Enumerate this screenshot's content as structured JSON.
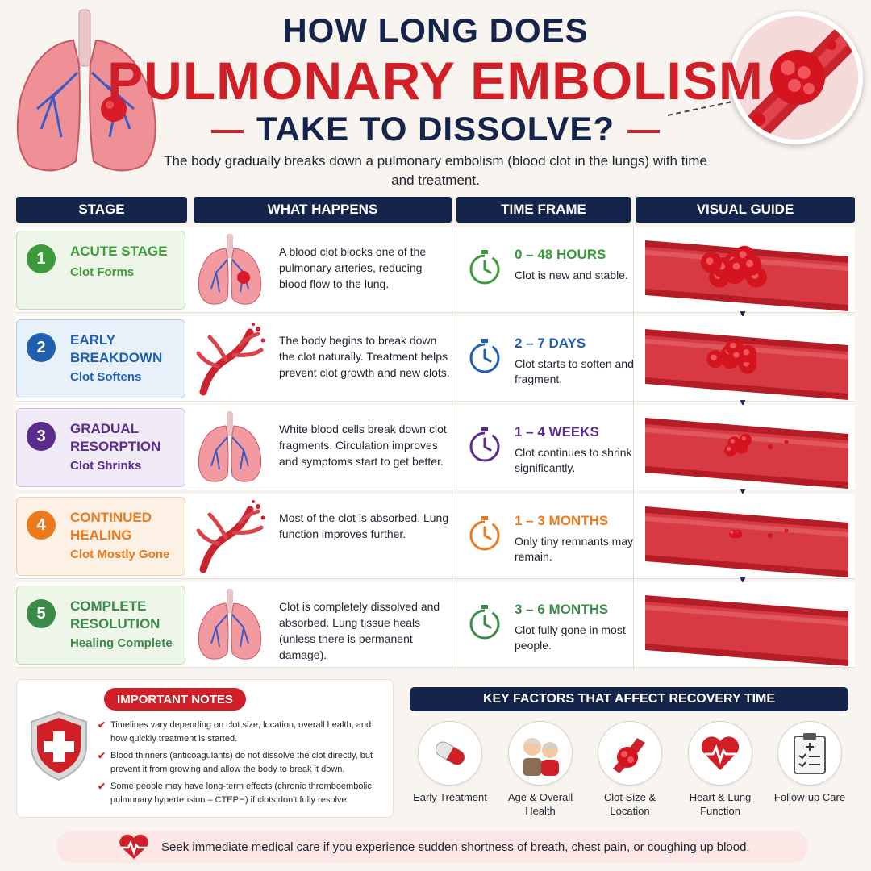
{
  "header": {
    "title_line1": "HOW LONG DOES",
    "title_line2": "PULMONARY EMBOLISM",
    "title_line3": "TAKE TO DISSOLVE?",
    "subtitle": "The body gradually breaks down a pulmonary embolism (blood clot in the lungs) with time and treatment."
  },
  "table": {
    "headers": [
      "STAGE",
      "WHAT HAPPENS",
      "TIME FRAME",
      "VISUAL GUIDE"
    ],
    "rows": [
      {
        "number": "1",
        "name": "ACUTE STAGE",
        "subtitle": "Clot Forms",
        "color": "#3c9a3a",
        "card_bg": "#eef6e9",
        "card_border": "#bfdcb3",
        "what_happens": "A blood clot blocks one of the pulmonary arteries, reducing blood flow to the lung.",
        "time_frame": "0 – 48 HOURS",
        "time_desc": "Clot is new and stable.",
        "clot_level": 1.0
      },
      {
        "number": "2",
        "name": "EARLY BREAKDOWN",
        "subtitle": "Clot Softens",
        "color": "#1f5fb0",
        "card_bg": "#e8f0fa",
        "card_border": "#b9cfeb",
        "what_happens": "The body begins to break down the clot naturally. Treatment helps prevent clot growth and new clots.",
        "time_frame": "2 – 7 DAYS",
        "time_desc": "Clot starts to soften and fragment.",
        "clot_level": 0.75
      },
      {
        "number": "3",
        "name": "GRADUAL RESORPTION",
        "subtitle": "Clot Shrinks",
        "color": "#5b2c8e",
        "card_bg": "#f1ebf7",
        "card_border": "#d3c3e5",
        "what_happens": "White blood cells break down clot fragments. Circulation improves and symptoms start to get better.",
        "time_frame": "1 – 4 WEEKS",
        "time_desc": "Clot continues to shrink significantly.",
        "clot_level": 0.4
      },
      {
        "number": "4",
        "name": "CONTINUED HEALING",
        "subtitle": "Clot Mostly Gone",
        "color": "#ec7a1d",
        "card_bg": "#fdf0e4",
        "card_border": "#f3cfaa",
        "what_happens": "Most of the clot is absorbed. Lung function improves further.",
        "time_frame": "1 – 3 MONTHS",
        "time_desc": "Only tiny remnants may remain.",
        "clot_level": 0.15
      },
      {
        "number": "5",
        "name": "COMPLETE RESOLUTION",
        "subtitle": "Healing Complete",
        "color": "#3c8a4a",
        "card_bg": "#eef6e9",
        "card_border": "#bfdcb3",
        "what_happens": "Clot is completely dissolved and absorbed. Lung tissue heals (unless there is permanent damage).",
        "time_frame": "3 – 6 MONTHS",
        "time_desc": "Clot fully gone in most people.",
        "clot_level": 0.0
      }
    ]
  },
  "notes": {
    "title": "IMPORTANT NOTES",
    "items": [
      "Timelines vary depending on clot size, location, overall health, and how quickly treatment is started.",
      "Blood thinners (anticoagulants) do not dissolve the clot directly, but prevent it from growing and allow the body to break it down.",
      "Some people may have long-term effects (chronic thromboembolic pulmonary hypertension – CTEPH) if clots don't fully resolve."
    ]
  },
  "factors": {
    "title": "KEY FACTORS THAT AFFECT RECOVERY TIME",
    "items": [
      {
        "label": "Early Treatment",
        "icon": "capsule-icon"
      },
      {
        "label": "Age & Overall Health",
        "icon": "elderly-couple-icon"
      },
      {
        "label": "Clot Size & Location",
        "icon": "clot-icon"
      },
      {
        "label": "Heart & Lung Function",
        "icon": "heart-pulse-icon"
      },
      {
        "label": "Follow-up Care",
        "icon": "clipboard-icon"
      }
    ]
  },
  "footer": {
    "text": "Seek immediate medical care if you experience sudden shortness of breath, chest pain, or coughing up blood."
  },
  "colors": {
    "navy": "#14244a",
    "red": "#d11f27"
  }
}
